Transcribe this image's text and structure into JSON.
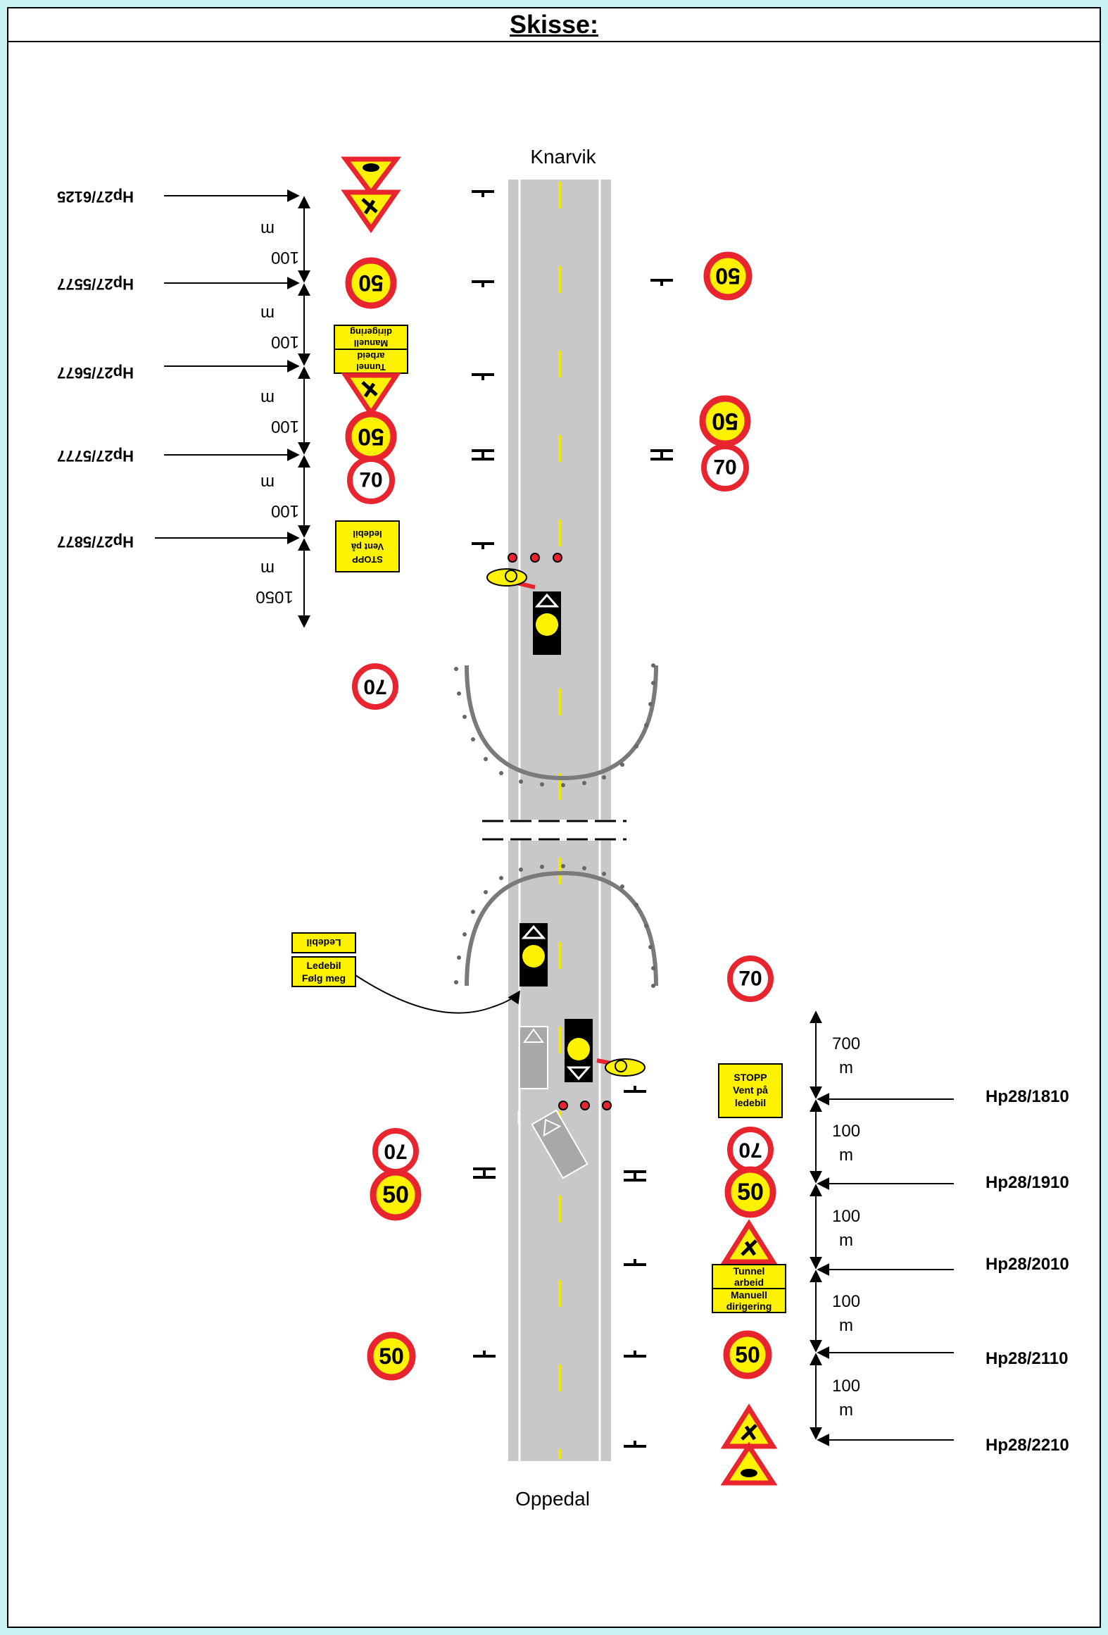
{
  "title": "Skisse:",
  "places": {
    "north": "Knarvik",
    "south": "Oppedal"
  },
  "colors": {
    "road": "#c8c8c8",
    "centerline": "#f2e600",
    "sign_red": "#e8252e",
    "sign_yellow": "#fff200",
    "background": "#c9f3f4",
    "tunnel": "#7a7a7a"
  },
  "left_stations": [
    {
      "name": "Hp27/6125"
    },
    {
      "name": "Hp27/5577"
    },
    {
      "name": "Hp27/5677"
    },
    {
      "name": "Hp27/5777"
    },
    {
      "name": "Hp27/5877"
    }
  ],
  "left_distances": [
    {
      "value": "100",
      "unit": "m"
    },
    {
      "value": "100",
      "unit": "m"
    },
    {
      "value": "100",
      "unit": "m"
    },
    {
      "value": "100",
      "unit": "m"
    },
    {
      "value": "1050",
      "unit": "m"
    }
  ],
  "right_stations": [
    {
      "name": "Hp28/1810"
    },
    {
      "name": "Hp28/1910"
    },
    {
      "name": "Hp28/2010"
    },
    {
      "name": "Hp28/2110"
    },
    {
      "name": "Hp28/2210"
    }
  ],
  "right_distances": [
    {
      "value": "700",
      "unit": "m"
    },
    {
      "value": "100",
      "unit": "m"
    },
    {
      "value": "100",
      "unit": "m"
    },
    {
      "value": "100",
      "unit": "m"
    },
    {
      "value": "100",
      "unit": "m"
    }
  ],
  "speed_values": {
    "fifty": "50",
    "seventy": "70"
  },
  "sign_texts": {
    "stopp": [
      "STOPP",
      "Vent på",
      "ledebil"
    ],
    "tunnel_arbeid": [
      "Tunnel",
      "arbeid"
    ],
    "manuell_dirigering": [
      "Manuell",
      "dirigering"
    ],
    "ledebil": "Ledebil",
    "folg_meg": [
      "Ledebil",
      "Følg meg"
    ]
  }
}
